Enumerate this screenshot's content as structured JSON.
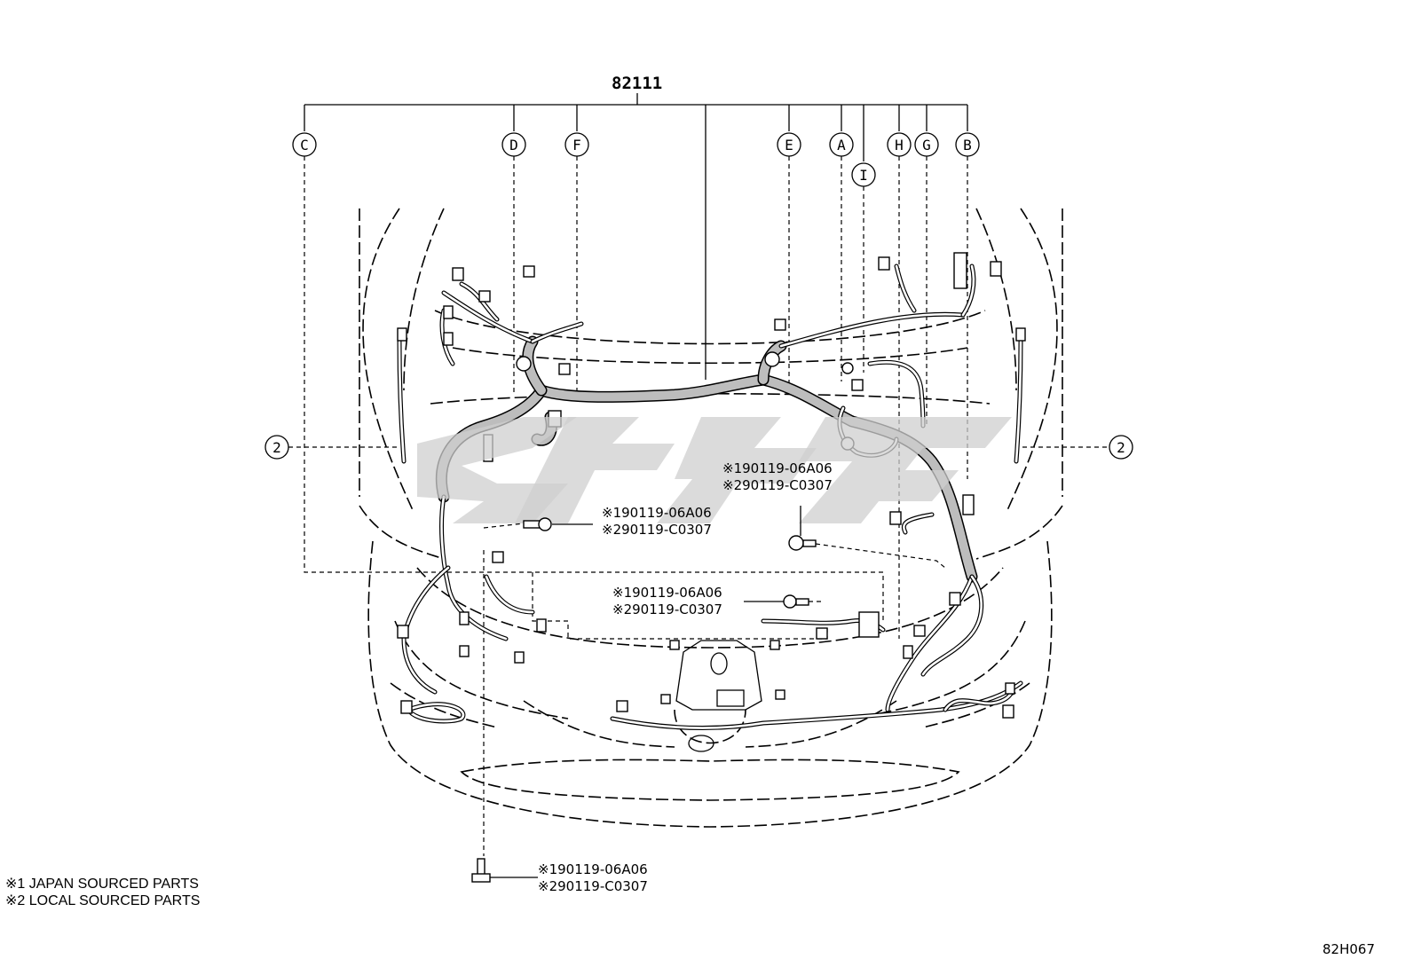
{
  "diagram": {
    "part_number": "82111",
    "figure_code": "82H067",
    "ref_letters": [
      "C",
      "D",
      "F",
      "E",
      "A",
      "I",
      "H",
      "G",
      "B"
    ],
    "view_ref": "2",
    "callouts": [
      {
        "line1": "※190119-06A06",
        "line2": "※290119-C0307"
      },
      {
        "line1": "※190119-06A06",
        "line2": "※290119-C0307"
      },
      {
        "line1": "※190119-06A06",
        "line2": "※290119-C0307"
      },
      {
        "line1": "※190119-06A06",
        "line2": "※290119-C0307"
      }
    ],
    "footnotes": [
      "※1 JAPAN SOURCED PARTS",
      "※2 LOCAL SOURCED PARTS"
    ]
  }
}
